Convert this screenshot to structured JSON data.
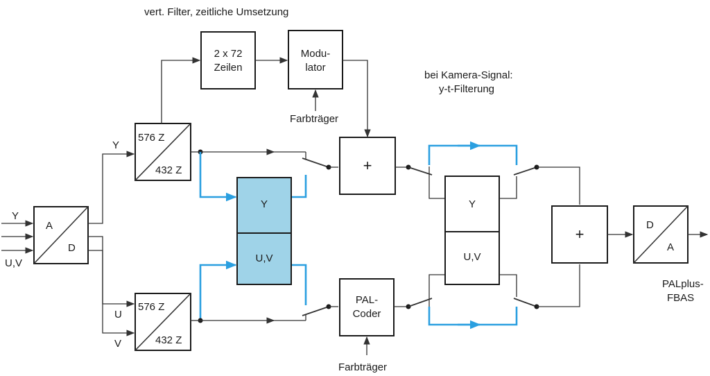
{
  "annotations": {
    "vert_filter": "vert. Filter, zeitliche Umsetzung",
    "camera_signal_1": "bei Kamera-Signal:",
    "camera_signal_2": "y-t-Filterung",
    "carrier_top": "Farbträger",
    "carrier_bottom": "Farbträger",
    "output_1": "PALplus-",
    "output_2": "FBAS"
  },
  "inputs": {
    "y": "Y",
    "uv": "U,V"
  },
  "signals": {
    "y": "Y",
    "u": "U",
    "v": "V"
  },
  "blocks": {
    "ad": {
      "a": "A",
      "d": "D"
    },
    "converter_y": {
      "top": "576 Z",
      "bottom": "432 Z"
    },
    "converter_uv": {
      "top": "576 Z",
      "bottom": "432 Z"
    },
    "lines_buffer": {
      "line1": "2 x 72",
      "line2": "Zeilen"
    },
    "modulator": {
      "line1": "Modu-",
      "line2": "lator"
    },
    "memory_left": {
      "y": "Y",
      "uv": "U,V"
    },
    "pal_coder": {
      "line1": "PAL-",
      "line2": "Coder"
    },
    "memory_right": {
      "y": "Y",
      "uv": "U,V"
    },
    "adder_top": {
      "symbol": "+"
    },
    "adder_out": {
      "symbol": "+"
    },
    "da": {
      "d": "D",
      "a": "A"
    }
  },
  "colors": {
    "memory_fill": "#9fd3e8",
    "blue_path": "#2a9fe0"
  }
}
